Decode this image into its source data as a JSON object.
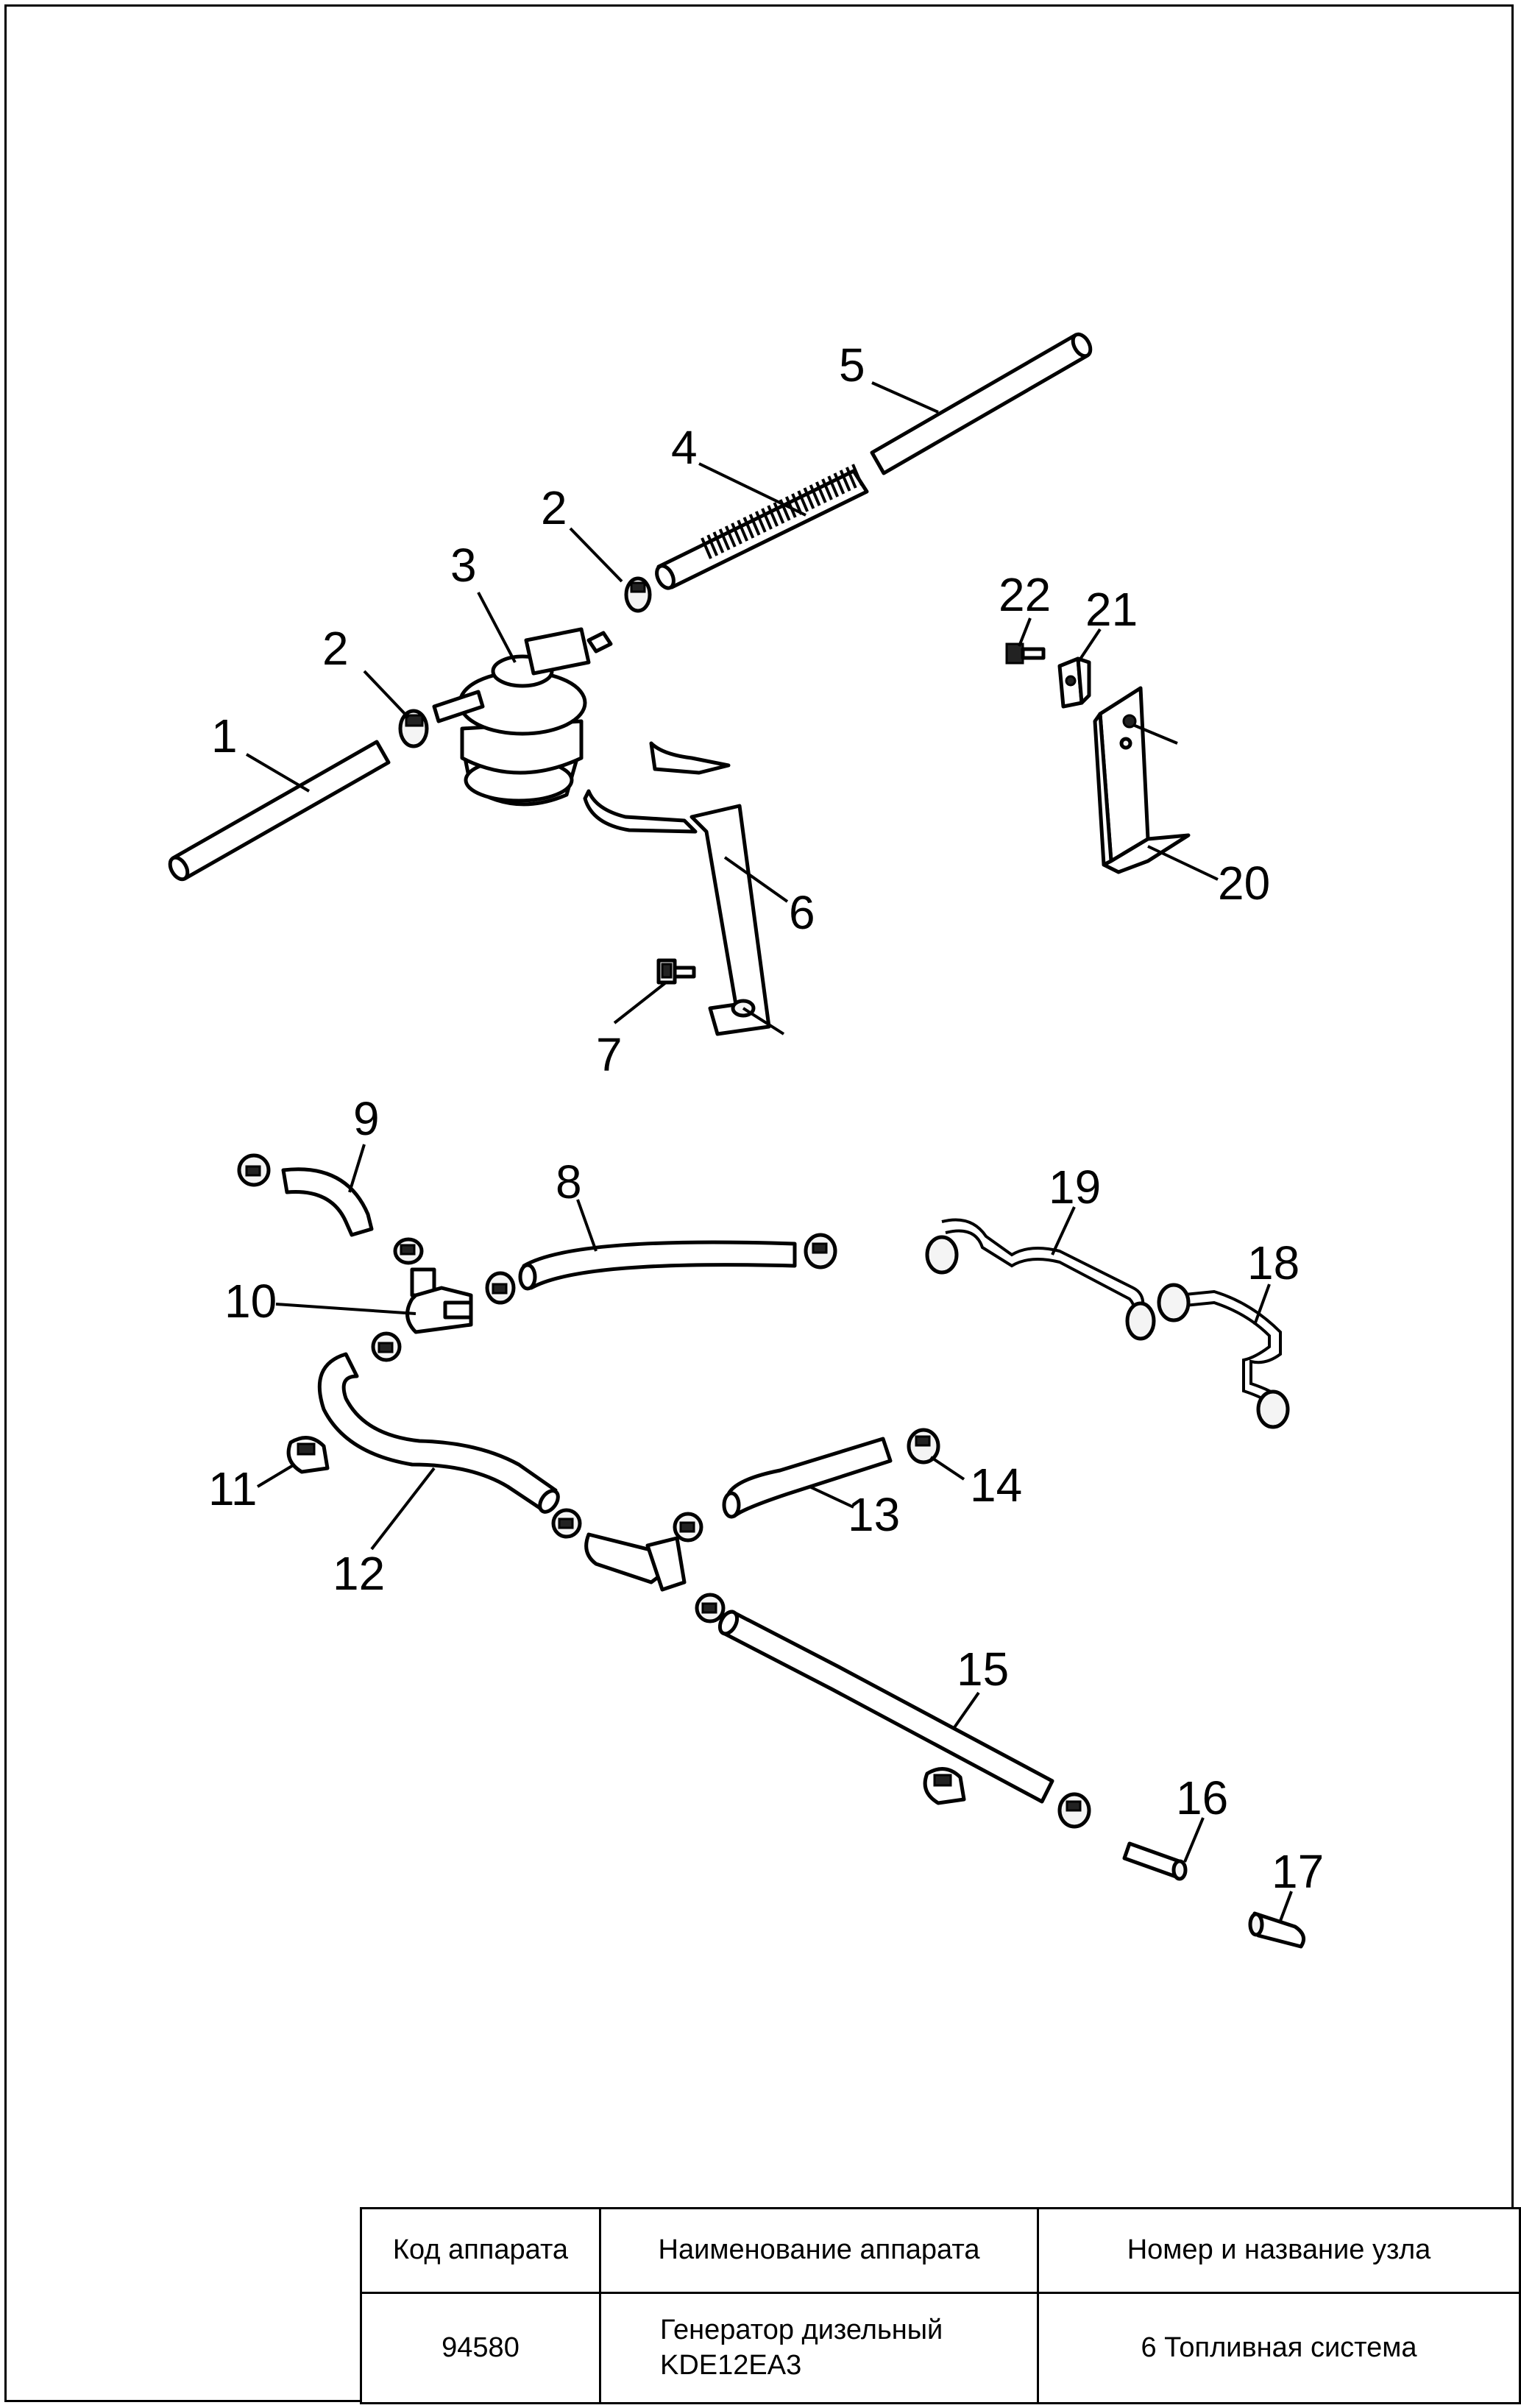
{
  "callouts": [
    "1",
    "2",
    "3",
    "2",
    "4",
    "5",
    "22",
    "21",
    "20",
    "6",
    "7",
    "9",
    "8",
    "19",
    "18",
    "10",
    "11",
    "12",
    "13",
    "14",
    "15",
    "16",
    "17"
  ],
  "title_block": {
    "headers": [
      "Код аппарата",
      "Наименование аппарата",
      "Номер и название узла"
    ],
    "device_code": "94580",
    "device_name_line1": "Генератор дизельный",
    "device_name_line2": "KDE12EA3",
    "unit": "6 Топливная система"
  }
}
